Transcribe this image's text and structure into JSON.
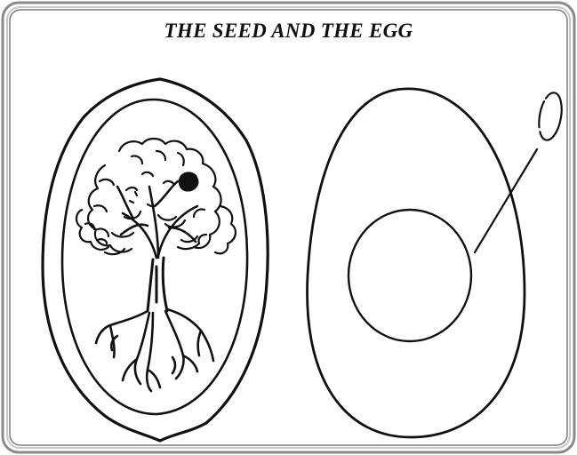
{
  "title": "THE SEED AND THE EGG",
  "figures": [
    {
      "name": "seed",
      "depicts": "tree-with-roots-icon"
    },
    {
      "name": "egg",
      "depicts": "yolk-and-germ-cell"
    }
  ],
  "colors": {
    "ink": "#111111",
    "frame_outer": "#8a8a8a",
    "frame_inner": "#c8c8c8",
    "background": "#ffffff"
  }
}
